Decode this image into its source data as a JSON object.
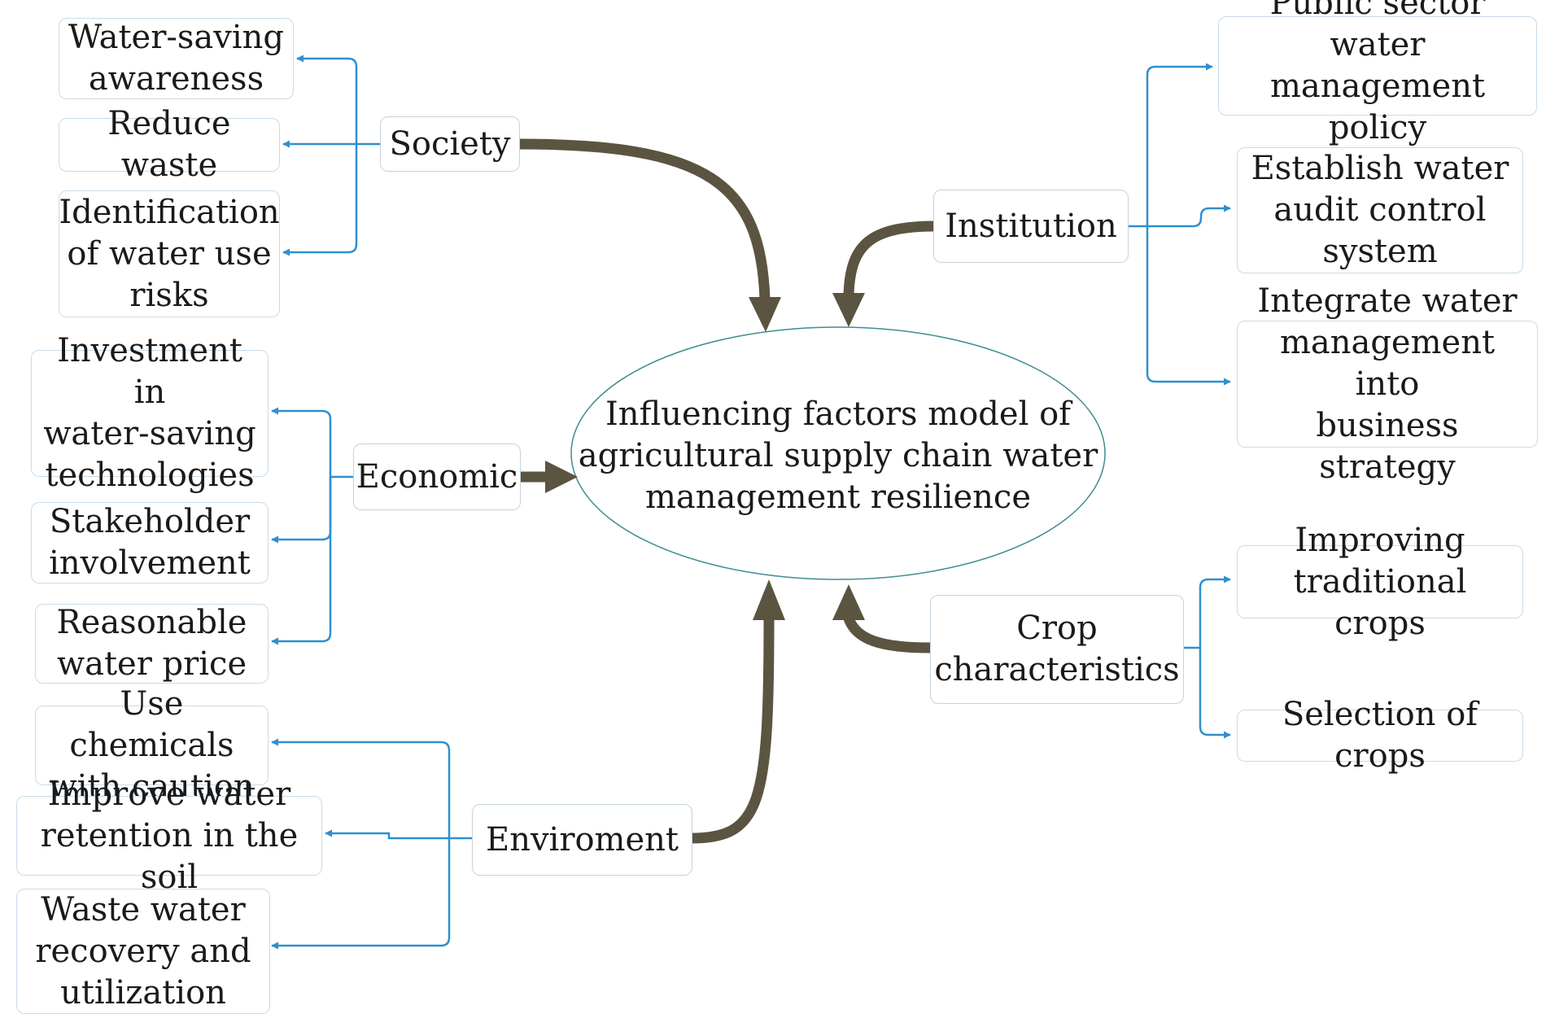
{
  "colors": {
    "branch": "#2f8fd0",
    "main_arrow": "#5b5440",
    "box_border": "#c9dbe9",
    "ellipse_border": "#3f8c92"
  },
  "center": {
    "label": "Influencing factors model of\nagricultural supply chain water\nmanagement resilience"
  },
  "nodes": {
    "society": "Society",
    "institution": "Institution",
    "economic": "Economic",
    "crop": "Crop\ncharacteristics",
    "environment": "Enviroment"
  },
  "leaves": {
    "water_saving_awareness": "Water-saving\nawareness",
    "reduce_waste": "Reduce waste",
    "identification_risks": "Identification\nof water use\nrisks",
    "investment_tech": "Investment in\nwater-saving\ntechnologies",
    "stakeholder": "Stakeholder\ninvolvement",
    "water_price": "Reasonable\nwater price",
    "chemicals": "Use chemicals\nwith caution",
    "retention": "Improve water\nretention in the soil",
    "waste_water": "Waste water\nrecovery and\nutilization",
    "public_policy": "Public sector water\nmanagement policy",
    "audit": "Establish water\naudit control\nsystem",
    "integrate": "Integrate water\nmanagement into\nbusiness strategy",
    "traditional_crops": "Improving\ntraditional crops",
    "selection_crops": "Selection of crops"
  }
}
